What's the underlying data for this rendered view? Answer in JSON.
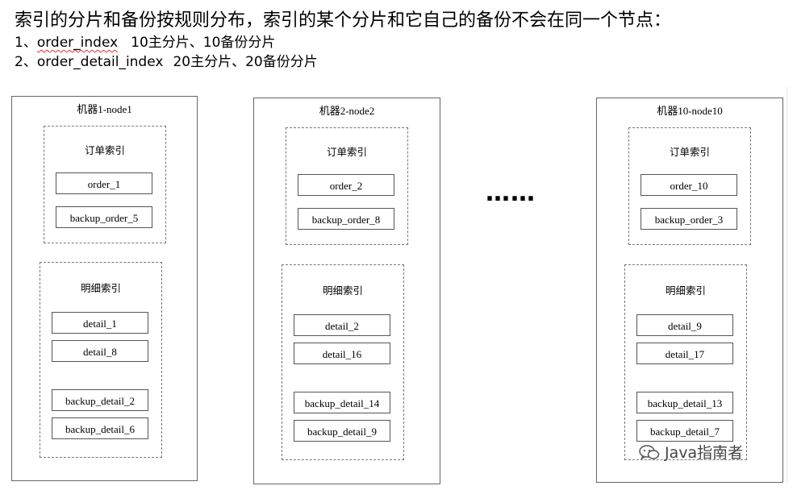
{
  "heading": "索引的分片和备份按规则分布，索引的某个分片和它自己的备份不会在同一个节点：",
  "lines": [
    {
      "num": "1、",
      "name": "order_index",
      "desc": "10主分片、10备份分片"
    },
    {
      "num": "2、",
      "name": "order_detail_index",
      "desc": "20主分片、20备份分片"
    }
  ],
  "ellipsis": "……",
  "machines": [
    {
      "title": "机器1-node1",
      "order_title": "订单索引",
      "order_shards": [
        "order_1",
        "backup_order_5"
      ],
      "detail_title": "明细索引",
      "detail_shards": [
        "detail_1",
        "detail_8",
        "backup_detail_2",
        "backup_detail_6"
      ]
    },
    {
      "title": "机器2-node2",
      "order_title": "订单索引",
      "order_shards": [
        "order_2",
        "backup_order_8"
      ],
      "detail_title": "明细索引",
      "detail_shards": [
        "detail_2",
        "detail_16",
        "backup_detail_14",
        "backup_detail_9"
      ]
    },
    {
      "title": "机器10-node10",
      "order_title": "订单索引",
      "order_shards": [
        "order_10",
        "backup_order_3"
      ],
      "detail_title": "明细索引",
      "detail_shards": [
        "detail_9",
        "detail_17",
        "backup_detail_13",
        "backup_detail_7"
      ]
    }
  ],
  "watermark": {
    "icon": "wechat-icon",
    "text": "Java指南者"
  }
}
